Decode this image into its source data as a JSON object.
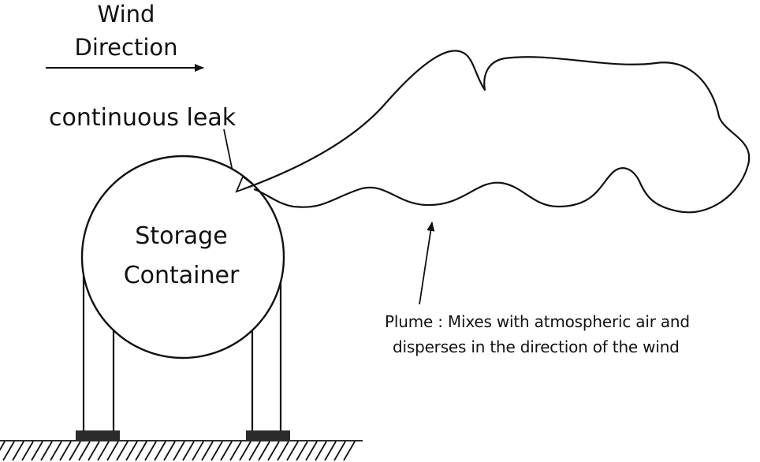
{
  "labels": {
    "wind_direction": [
      "Wind",
      "Direction"
    ],
    "continuous_leak": "continuous leak",
    "storage_container": [
      "Storage",
      "Container"
    ],
    "plume_note": [
      "Plume : Mixes with atmospheric air and",
      "disperses in the direction of the wind"
    ]
  },
  "colors": {
    "stroke": "#111111",
    "support_pad": "#2b2b2b",
    "background": "#ffffff"
  }
}
